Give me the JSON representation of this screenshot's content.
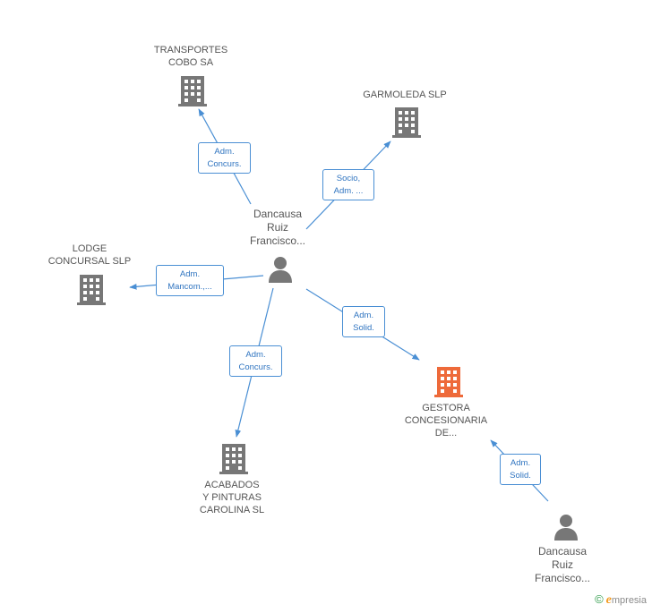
{
  "colors": {
    "edge": "#4a8fd4",
    "company_icon": "#777777",
    "highlight_company_icon": "#ee6a3a",
    "person_icon": "#777777",
    "label_text": "#555555"
  },
  "nodes": {
    "transportes": {
      "label": "TRANSPORTES\nCOBO SA",
      "icon": "building-icon"
    },
    "garmoleda": {
      "label": "GARMOLEDA SLP",
      "icon": "building-icon"
    },
    "lodge": {
      "label": "LODGE\nCONCURSAL SLP",
      "icon": "building-icon"
    },
    "acabados": {
      "label": "ACABADOS\nY PINTURAS\nCAROLINA SL",
      "icon": "building-icon"
    },
    "gestora": {
      "label": "GESTORA\nCONCESIONARIA\nDE...",
      "icon": "building-icon"
    },
    "person_main": {
      "label": "Dancausa\nRuiz\nFrancisco...",
      "icon": "person-icon"
    },
    "person_second": {
      "label": "Dancausa\nRuiz\nFrancisco...",
      "icon": "person-icon"
    }
  },
  "edges": {
    "to_transportes": "Adm.\nConcurs.",
    "to_garmoleda": "Socio,\nAdm. ...",
    "to_lodge": "Adm.\nMancom.,...",
    "to_acabados": "Adm.\nConcurs.",
    "to_gestora": "Adm.\nSolid.",
    "second_to_gestora": "Adm.\nSolid."
  },
  "footer": {
    "copyright": "©",
    "brand_initial": "e",
    "brand_rest": "mpresia"
  }
}
